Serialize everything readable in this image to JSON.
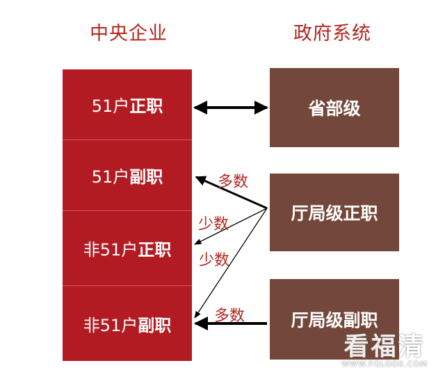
{
  "headings": {
    "left": "中央企业",
    "right": "政府系统"
  },
  "left_cells": [
    {
      "prefix": "51户",
      "strong": "正职"
    },
    {
      "prefix": "51户",
      "strong": "副职"
    },
    {
      "prefix": "非51户",
      "strong": "正职"
    },
    {
      "prefix": "非51户",
      "strong": "副职"
    }
  ],
  "right_boxes": [
    {
      "label": "省部级"
    },
    {
      "label": "厅局级正职"
    },
    {
      "label": "厅局级副职"
    }
  ],
  "edge_labels": {
    "most_upper": "多数",
    "few_upper": "少数",
    "few_lower": "少数",
    "most_lower": "多数"
  },
  "colors": {
    "left_fill": "#b31b22",
    "right_fill": "#73473a",
    "heading": "#b3261e",
    "arrow": "#000000"
  },
  "watermark": {
    "main": "看福清",
    "sub": "WWW.FQLOOK.COM"
  }
}
